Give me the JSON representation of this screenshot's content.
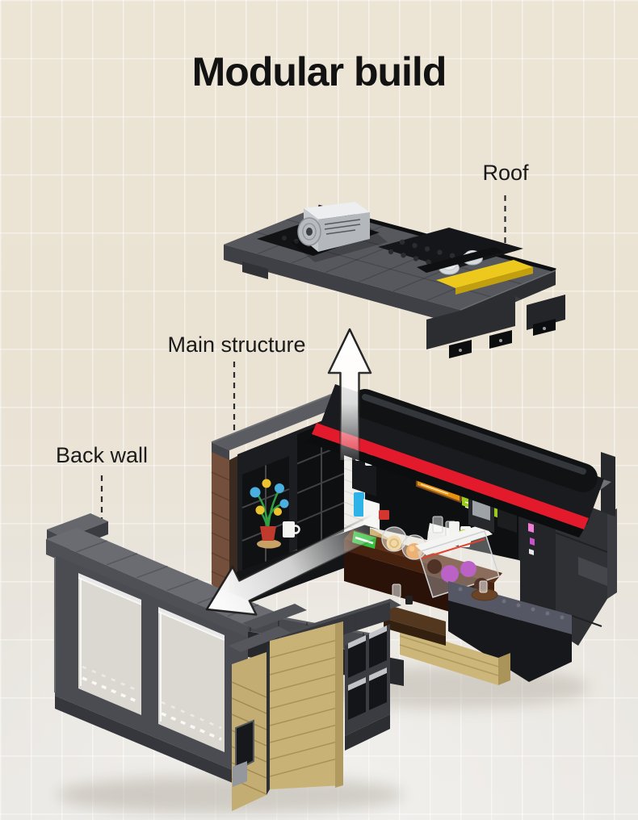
{
  "title": "Modular build",
  "labels": {
    "roof": "Roof",
    "main_structure": "Main structure",
    "back_wall": "Back wall"
  },
  "icons": {
    "lift_direction": "arrow-up",
    "slide_direction": "arrow-down-left"
  },
  "colors": {
    "background_top": "#ece4d4",
    "background_bottom": "#eae8e4",
    "grid_line": "#f7f1e5",
    "text": "#121212",
    "arrow_fill": "#ffffff",
    "arrow_outline": "#1d1d1d",
    "roof_plate_gray": "#56585d",
    "roof_dark": "#2c2e32",
    "stud_black": "#121315",
    "hvac_gray": "#b4b8bd",
    "roof_trim_yellow": "#edc91d",
    "awning_black": "#1a1b1e",
    "stripe_red": "#e31a2c",
    "wood_brown": "#74503c",
    "wall_dark": "#1c1d20",
    "menu_amber": "#e8930f",
    "menu_green": "#9ccb1f",
    "cash_green": "#35c13f",
    "donut_purple": "#bb62c6",
    "donut_orange": "#e87b15",
    "flower_blue": "#4aaede",
    "flower_yellow": "#ecc22e",
    "leaf_green": "#2ea043",
    "pot_red": "#c03a2e",
    "floor_tan": "#c9a963",
    "siding_khaki": "#cdb679",
    "pillar_tan": "#c3ad72",
    "backwall_gray": "#4a4c51",
    "coping_gray": "#6a6c71",
    "window_glass": "#e7e4dd",
    "tile_white": "#efeeea"
  }
}
